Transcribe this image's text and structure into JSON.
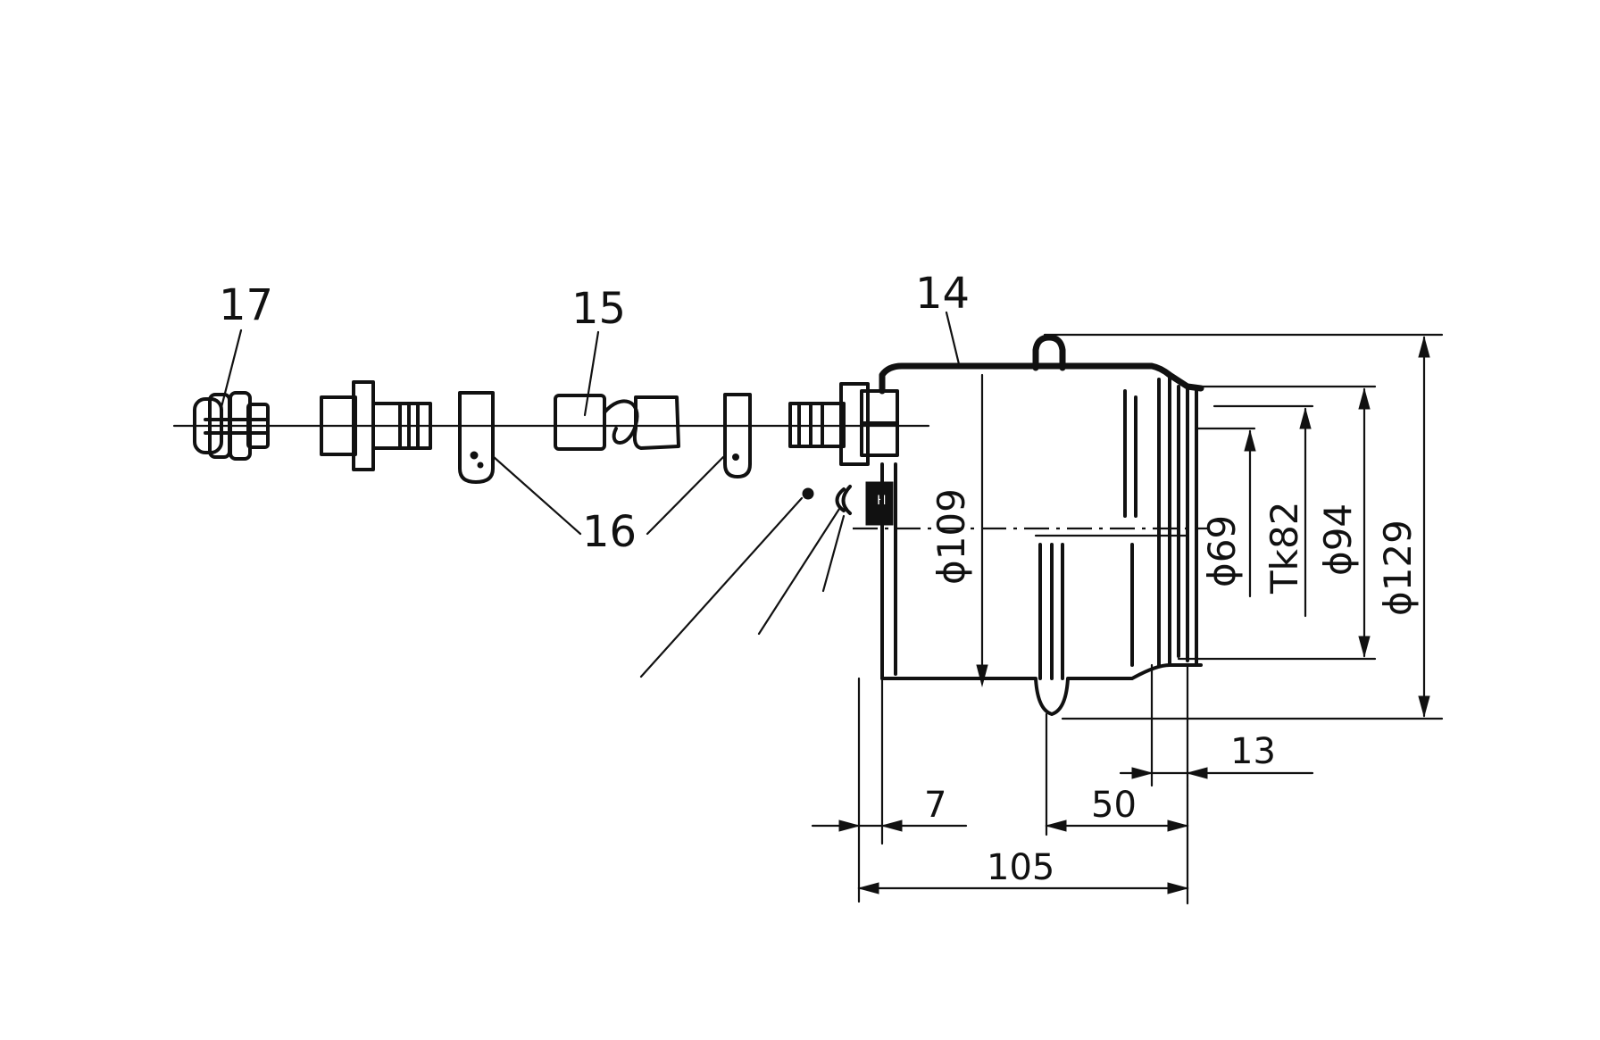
{
  "part_labels": {
    "p14": "14",
    "p15": "15",
    "p16": "16",
    "p17": "17"
  },
  "dimensions": {
    "d109": "ϕ109",
    "d69": "ϕ69",
    "tk82": "Tk82",
    "d94": "ϕ94",
    "d129": "ϕ129",
    "l13": "13",
    "l7": "7",
    "l50": "50",
    "l105": "105"
  }
}
